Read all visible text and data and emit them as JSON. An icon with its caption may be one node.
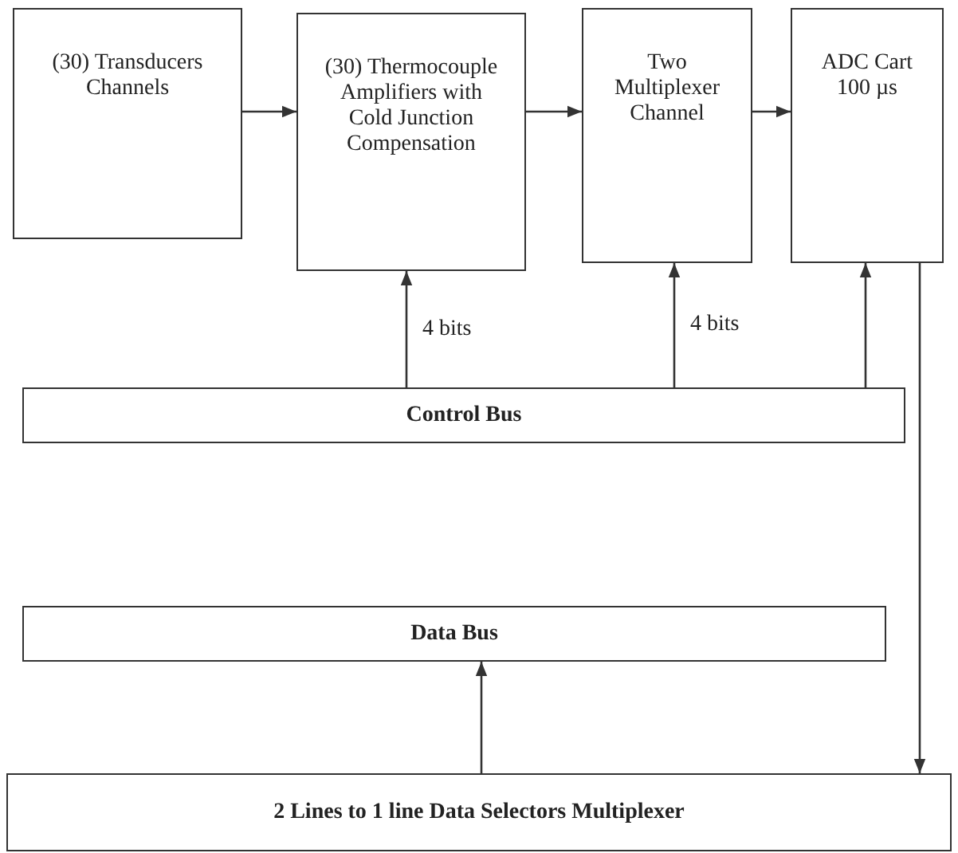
{
  "diagram": {
    "nodes": [
      {
        "text": [
          "(30) Transducers Channels"
        ]
      },
      {
        "text": [
          "(30) Thermocouple Amplifiers with Cold Junction Compensation"
        ]
      },
      {
        "text": [
          "Two Multiplexer Channel"
        ]
      },
      {
        "text": [
          "ADC Cart 100 µs"
        ]
      },
      {
        "text": [
          "Control Bus"
        ]
      },
      {
        "text": [
          "Data Bus"
        ]
      },
      {
        "text": [
          "2 Lines to 1 line Data Selectors Multiplexer"
        ]
      }
    ],
    "edges": [
      {
        "from": 0,
        "to": 1,
        "arrow": "to"
      },
      {
        "from": 1,
        "to": 2,
        "arrow": "to"
      },
      {
        "from": 2,
        "to": 3,
        "arrow": "to"
      },
      {
        "from": 4,
        "to": 1,
        "arrow": "to",
        "label": "4 bits"
      },
      {
        "from": 4,
        "to": 2,
        "arrow": "to",
        "label": "4 bits"
      },
      {
        "from": 4,
        "to": 3,
        "arrow": "to"
      },
      {
        "from": 3,
        "to": 6,
        "arrow": "to"
      },
      {
        "from": 6,
        "to": 5,
        "arrow": "to"
      }
    ]
  }
}
